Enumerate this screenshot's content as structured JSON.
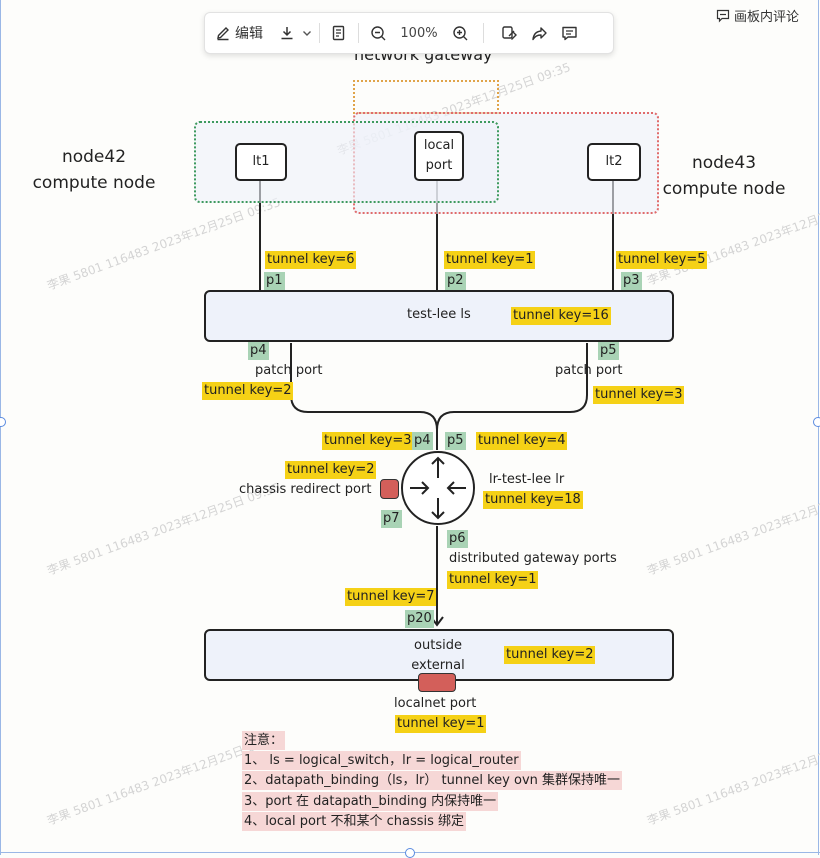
{
  "toolbar": {
    "edit_label": "编辑",
    "zoom_value": "100%"
  },
  "comment_button": {
    "label": "画板内评论"
  },
  "diagram": {
    "gateway_title": "network gateway",
    "left_node_label": "node42\ncompute node",
    "right_node_label": "node43\ncompute node",
    "lt1": "lt1",
    "local_port": "local\nport",
    "lt2": "lt2",
    "key_p1": "tunnel key=6",
    "key_p2": "tunnel key=1",
    "key_p3": "tunnel key=5",
    "p1": "p1",
    "p2": "p2",
    "p3": "p3",
    "ls_name": "test-lee ls",
    "ls_key": "tunnel key=16",
    "p4": "p4",
    "p5": "p5",
    "patch_port_left": "patch port",
    "patch_port_right": "patch port",
    "key_patch_left": "tunnel key=2",
    "key_patch_right": "tunnel key=3",
    "key_router_p4": "tunnel key=3",
    "router_p4": "p4",
    "router_p5": "p5",
    "key_router_p5": "tunnel key=4",
    "key_chassis": "tunnel key=2",
    "chassis_label": "chassis redirect port",
    "p7": "p7",
    "lr_name": "lr-test-lee lr",
    "lr_key": "tunnel key=18",
    "p6": "p6",
    "dist_gateway_label": "distributed gateway ports",
    "key_p6": "tunnel key=1",
    "key_p20": "tunnel key=7",
    "p20": "p20",
    "outside_ls_name": "outside\nexternal ls",
    "outside_ls_key": "tunnel key=2",
    "localnet_label": "localnet port",
    "key_localnet": "tunnel key=1"
  },
  "notes": [
    "注意：",
    "1、 ls = logical_switch，lr = logical_router",
    "2、datapath_binding（ls，lr） tunnel key  ovn 集群保持唯一",
    "3、port 在 datapath_binding 内保持唯一",
    "4、local port 不和某个 chassis 绑定"
  ],
  "watermarks": [
    "李果 5801 116483 2023年12月25日 09:35"
  ],
  "colors": {
    "tunnel_key_highlight": "#f5d116",
    "port_highlight": "#a9d3b5",
    "note_highlight": "#f6d7d6",
    "box_fill": "#eef2fa",
    "red_port": "#d35f5a"
  }
}
